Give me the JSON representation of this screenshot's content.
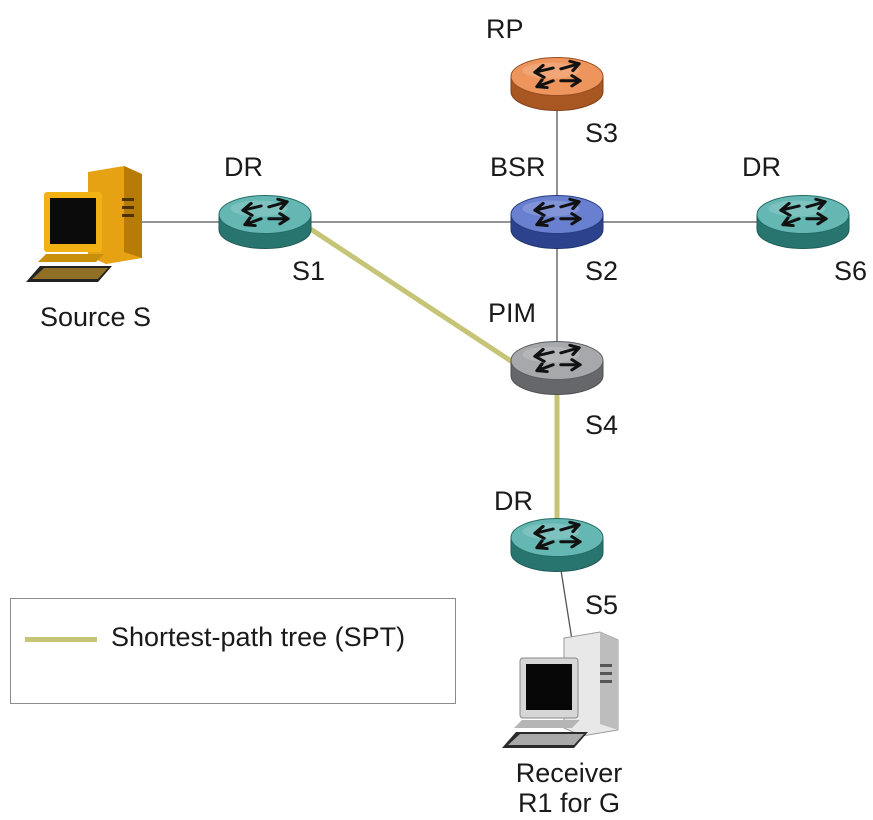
{
  "nodes": {
    "source": {
      "label": "Source S"
    },
    "s1": {
      "role": "DR",
      "id": "S1",
      "color": "#38a39c"
    },
    "s2": {
      "role": "BSR",
      "id": "S2",
      "color": "#3d5cc2"
    },
    "s3": {
      "role": "RP",
      "id": "S3",
      "color": "#e9772f"
    },
    "s4": {
      "role": "PIM",
      "id": "S4",
      "color": "#8d8f94"
    },
    "s5": {
      "role": "DR",
      "id": "S5",
      "color": "#38a39c"
    },
    "s6": {
      "role": "DR",
      "id": "S6",
      "color": "#38a39c"
    },
    "receiver": {
      "label_line1": "Receiver",
      "label_line2": "R1 for G"
    }
  },
  "links": [
    {
      "from": "source",
      "to": "s1",
      "spt": false
    },
    {
      "from": "s1",
      "to": "s2",
      "spt": false
    },
    {
      "from": "s2",
      "to": "s3",
      "spt": false
    },
    {
      "from": "s2",
      "to": "s6",
      "spt": false
    },
    {
      "from": "s2",
      "to": "s4",
      "spt": false
    },
    {
      "from": "s1",
      "to": "s4",
      "spt": true
    },
    {
      "from": "s4",
      "to": "s5",
      "spt": true
    },
    {
      "from": "s5",
      "to": "receiver",
      "spt": false
    }
  ],
  "legend": {
    "spt_label": "Shortest-path tree (SPT)",
    "spt_color": "#c5c477"
  },
  "colors": {
    "link": "#555555",
    "spt": "#c5c477"
  },
  "icons": {
    "router": "router-icon",
    "source_pc": "computer-icon",
    "receiver_pc": "computer-icon"
  }
}
